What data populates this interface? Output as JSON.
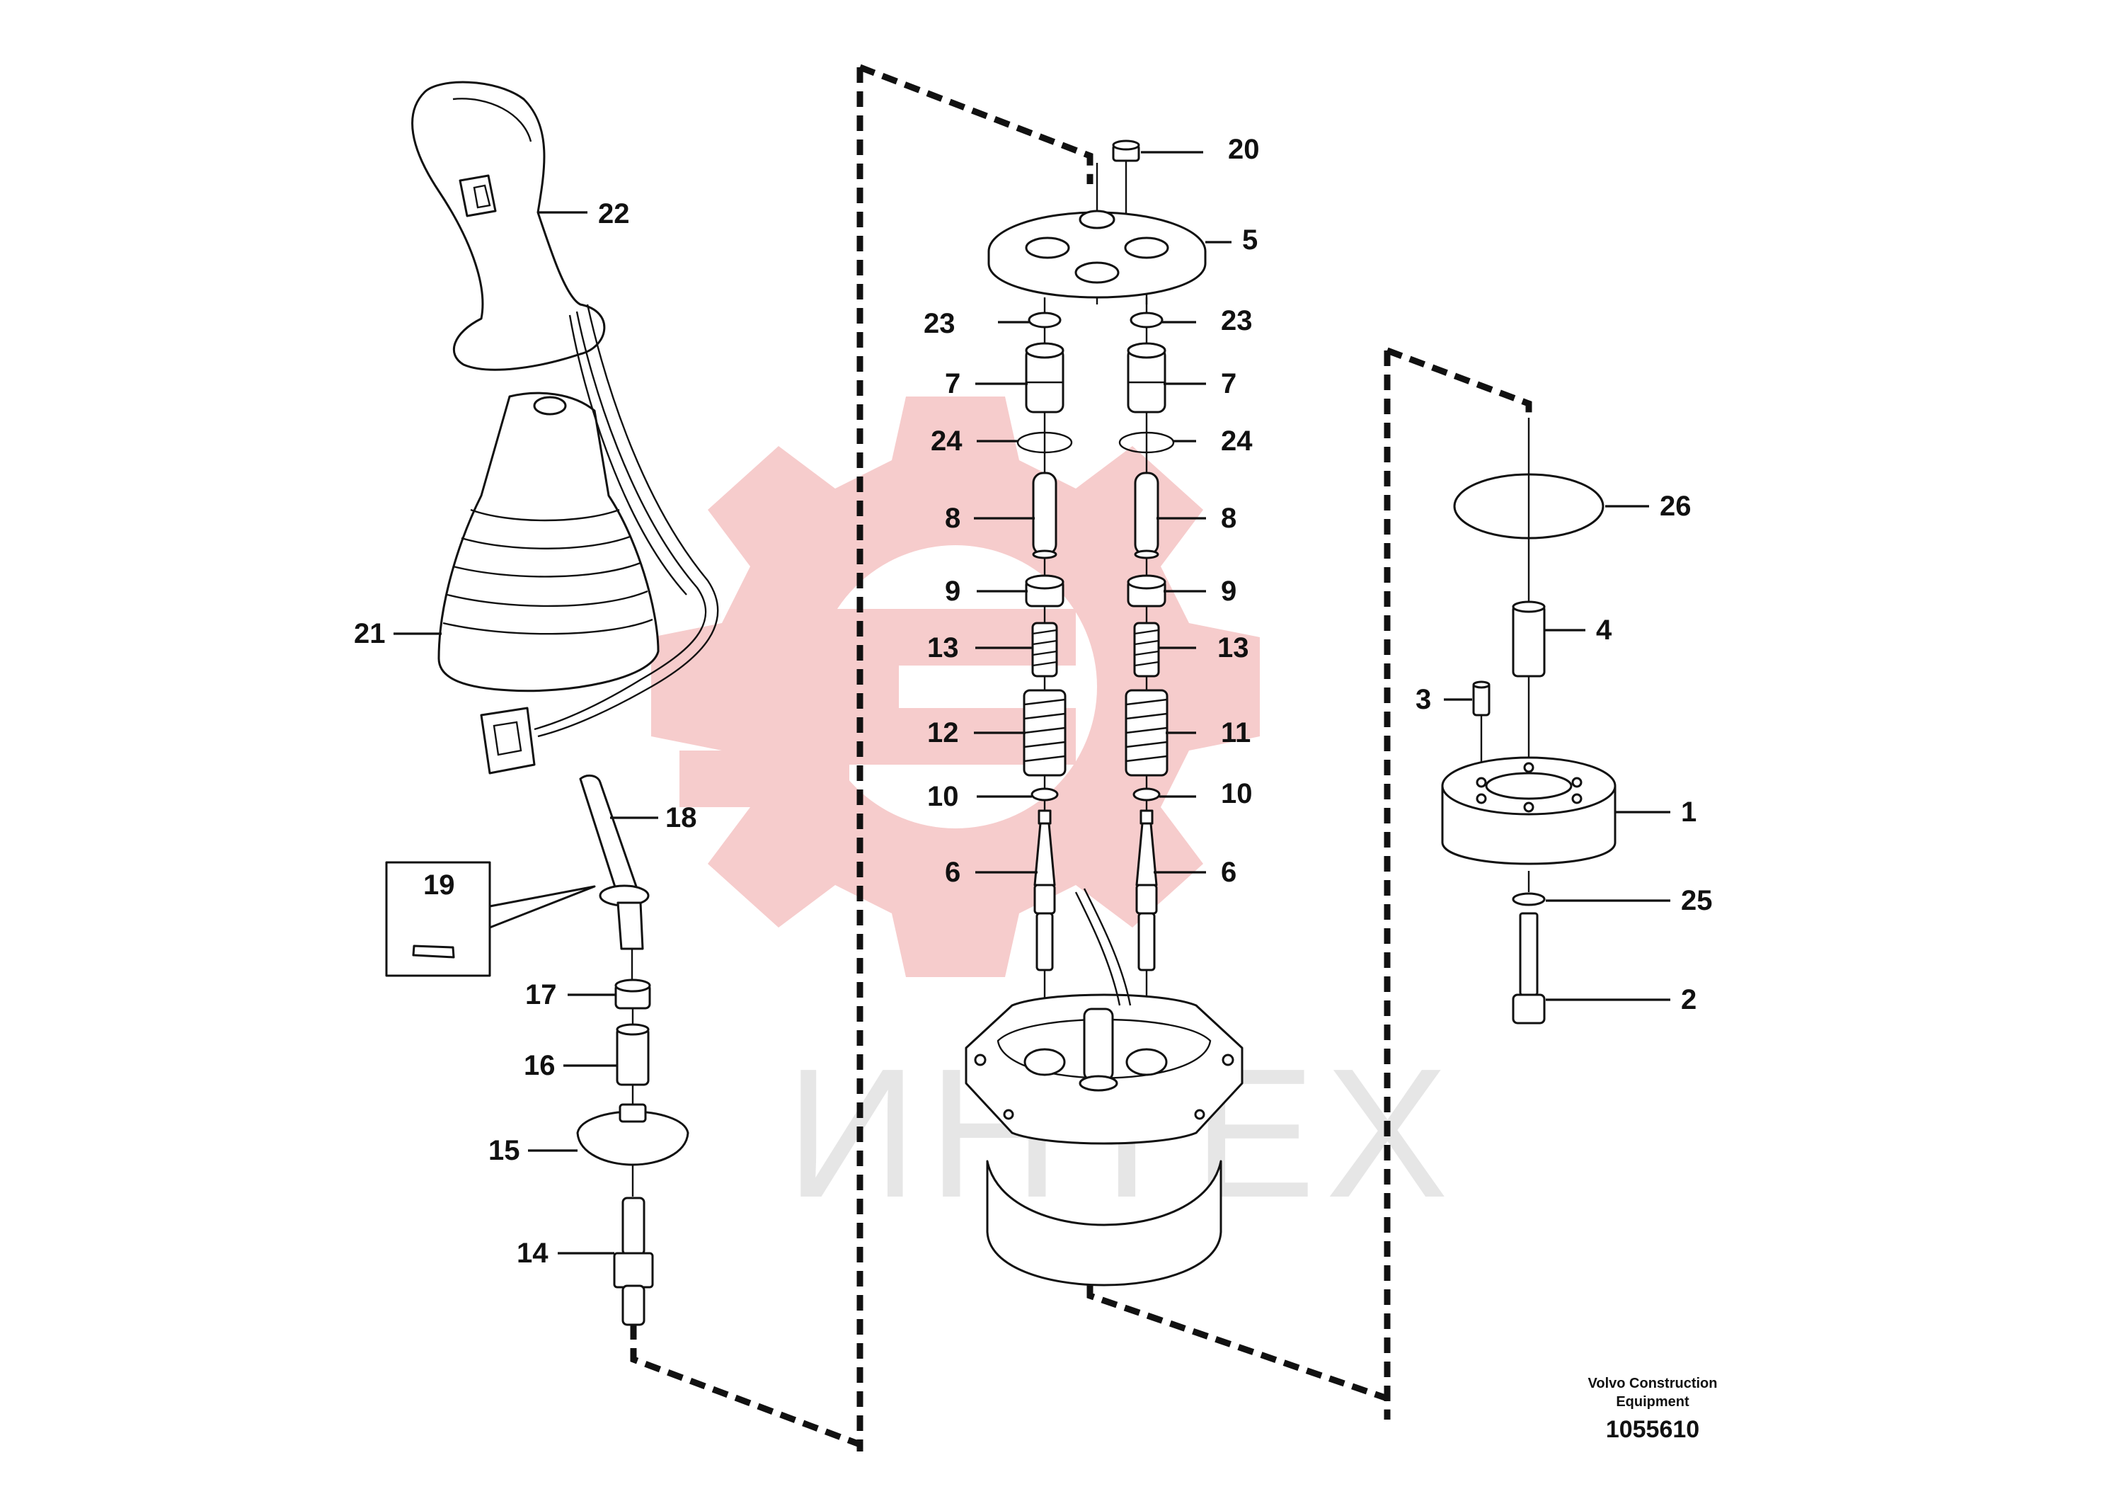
{
  "diagram": {
    "watermark": {
      "text": "ИНТЕХ",
      "logo_color": "#f6cccc",
      "text_color": "#e6e6e6"
    },
    "credit_line1": "Volvo Construction",
    "credit_line2": "Equipment",
    "document_number": "1055610",
    "callouts": {
      "c20": "20",
      "c5": "5",
      "c23a": "23",
      "c23b": "23",
      "c7a": "7",
      "c7b": "7",
      "c24a": "24",
      "c24b": "24",
      "c8a": "8",
      "c8b": "8",
      "c9a": "9",
      "c9b": "9",
      "c13a": "13",
      "c13b": "13",
      "c12": "12",
      "c11": "11",
      "c10a": "10",
      "c10b": "10",
      "c6a": "6",
      "c6b": "6",
      "c22": "22",
      "c21": "21",
      "c18": "18",
      "c19": "19",
      "c17": "17",
      "c16": "16",
      "c15": "15",
      "c14": "14",
      "c26": "26",
      "c4": "4",
      "c3": "3",
      "c1": "1",
      "c25": "25",
      "c2": "2"
    }
  }
}
